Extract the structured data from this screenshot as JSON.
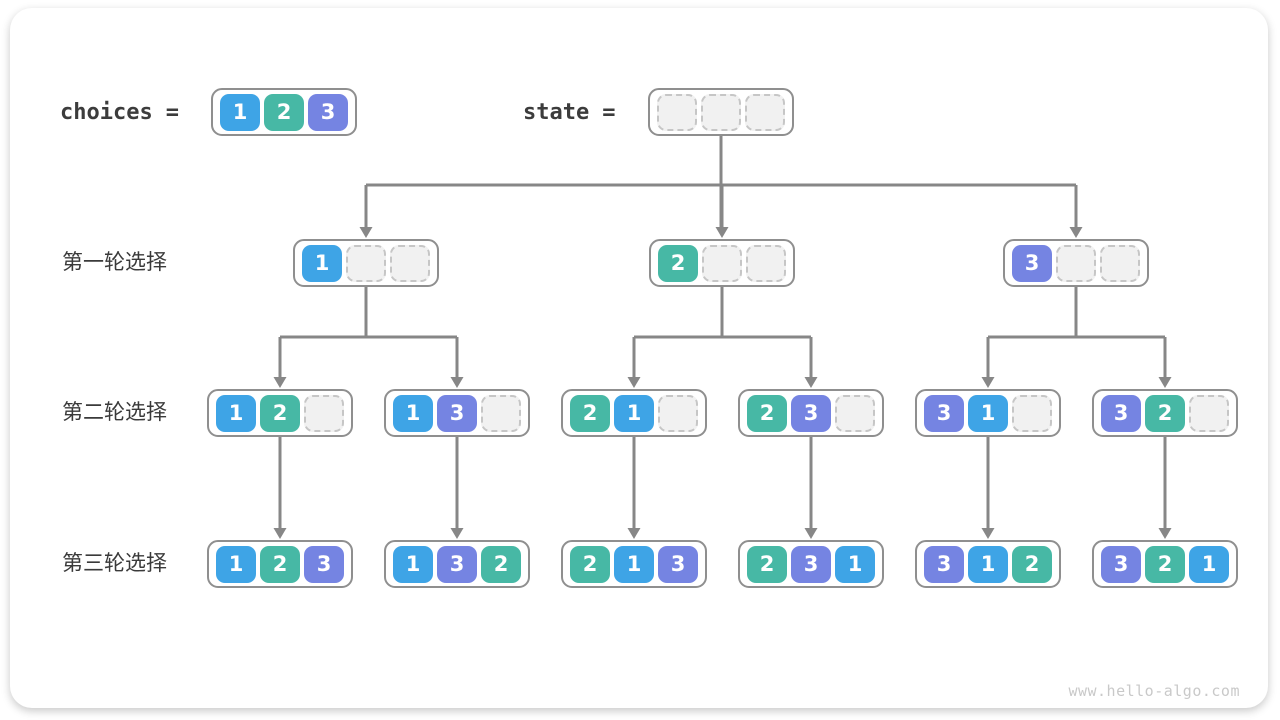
{
  "header": {
    "choices_label": "choices",
    "state_label": "state",
    "equals_sign": "=",
    "choices_values": [
      1,
      2,
      3
    ],
    "state_empty_slots": 3
  },
  "row_labels": [
    "第一轮选择",
    "第二轮选择",
    "第三轮选择"
  ],
  "tree": {
    "level_1": [
      [
        1
      ],
      [
        2
      ],
      [
        3
      ]
    ],
    "level_2": [
      [
        1,
        2
      ],
      [
        1,
        3
      ],
      [
        2,
        1
      ],
      [
        2,
        3
      ],
      [
        3,
        1
      ],
      [
        3,
        2
      ]
    ],
    "level_3": [
      [
        1,
        2,
        3
      ],
      [
        1,
        3,
        2
      ],
      [
        2,
        1,
        3
      ],
      [
        2,
        3,
        1
      ],
      [
        3,
        1,
        2
      ],
      [
        3,
        2,
        1
      ]
    ]
  },
  "colors": {
    "choice_1": "#3ea4e6",
    "choice_2": "#47b8a5",
    "choice_3": "#7584e2",
    "arrow": "#878787",
    "node_border": "#8f8f8f",
    "empty_cell_fill": "#f1f1f1",
    "empty_cell_border": "#c6c6c6",
    "label_text": "#3a3a3a"
  },
  "watermark": "www.hello-algo.com"
}
